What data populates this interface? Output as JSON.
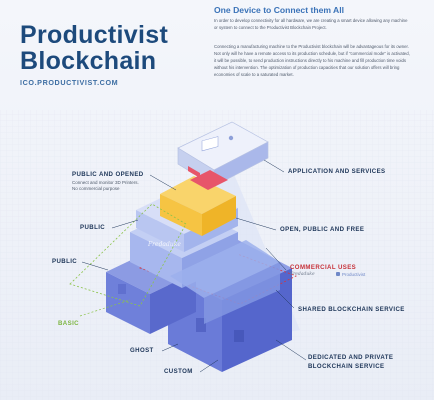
{
  "header": {
    "title_line1": "Productivist",
    "title_line2": "Blockchain",
    "website": "ICO.PRODUCTIVIST.COM"
  },
  "intro": {
    "heading": "One Device to Connect them All",
    "paragraph1": "In order to develop connectivity for all hardware, we are creating a smart device allowing any machine or system to connect to the Productivist Blockchain Project.",
    "paragraph2": "Connecting a manufacturing machine to the Productivist blockchain will be advantageous for its owner. Not only will he have a remote access to its production schedule, but if \"commercial mode\" is activated, it will be possible, to send production instructions directly to his machine and fill production time voids without his intervention. The optimization of production capacities that our solution offers will bring economies of scale to a saturated market."
  },
  "diagram": {
    "labels_left": {
      "public_opened": "PUBLIC AND OPENED",
      "public_opened_sub1": "Connect and monitor 3D Printers.",
      "public_opened_sub2": "No commercial purpose",
      "public_1": "PUBLIC",
      "public_2": "PUBLIC",
      "basic": "BASIC",
      "ghost": "GHOST",
      "custom": "CUSTOM"
    },
    "labels_right": {
      "application_services": "APPLICATION AND SERVICES",
      "open_public_free": "OPEN, PUBLIC AND FREE",
      "commercial_uses": "COMMERCIAL USES",
      "brand_fredaduke": "Fredaduke",
      "brand_productivist": "Productivist",
      "shared_blockchain": "SHARED BLOCKCHAIN SERVICE",
      "dedicated_line1": "DEDICATED AND PRIVATE",
      "dedicated_line2": "BLOCKCHAIN SERVICE"
    },
    "block_watermark": "Fredaduke",
    "colors": {
      "yellow": "#f6c443",
      "light_blue": "#9fb4ec",
      "mid_blue": "#7f93e2",
      "dark_blue": "#5d6ed4",
      "red_dashed": "#d6353c",
      "green_dashed": "#8bc34a",
      "title": "#1d4a7c"
    }
  }
}
